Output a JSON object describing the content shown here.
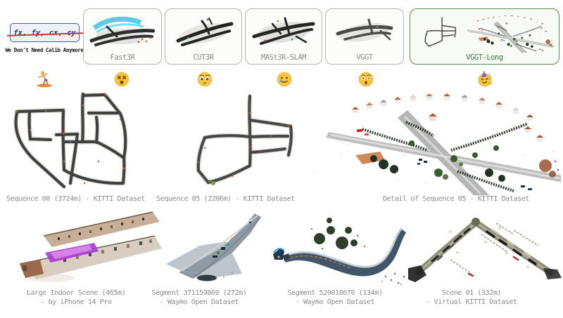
{
  "figure_title": "VGGT-Long qualitative comparison figure",
  "calib": {
    "box_label": "fx, fy, cx, cy",
    "caption": "We Don't Need Calib Anymore",
    "border_color": "#3e5fa9",
    "text_color": "#233e7d",
    "strike_color": "#cf3a2c"
  },
  "methods": [
    {
      "label": "Fast3R",
      "emoji_name": "dizzy-face-emoji",
      "emoji": "😵",
      "highlight": false
    },
    {
      "label": "CUT3R",
      "emoji_name": "pleading-face-emoji",
      "emoji": "🥺",
      "highlight": false
    },
    {
      "label": "MASt3R-SLAM",
      "emoji_name": "smiling-face-with-tear-emoji",
      "emoji": "🥲",
      "highlight": false
    },
    {
      "label": "VGGT",
      "emoji_name": "hushed-face-emoji",
      "emoji": "😯",
      "highlight": false
    },
    {
      "label": "VGGT-Long",
      "emoji_name": "partying-face-emoji",
      "emoji": "🥳",
      "highlight": true
    }
  ],
  "intro_emoji": {
    "name": "surfer-emoji",
    "emoji": "🏄"
  },
  "colors": {
    "card_border": "#b5b5ae",
    "card_label": "#8c8c86",
    "highlight_border": "#5a8a57",
    "highlight_label": "#3c7a3c",
    "caption_gray": "#8b8b8b"
  },
  "middle": [
    {
      "caption": "Sequence 00 (3724m) - KITTI Dataset"
    },
    {
      "caption": "Sequence 05 (2206m) - KITTI Dataset"
    },
    {
      "caption": "Detail of Sequence 05 - KITTI Dataset"
    }
  ],
  "bottom": [
    {
      "line1": "Large Indoor Scene (465m)",
      "line2": "- by iPhone 14 Pro"
    },
    {
      "line1": "Segment 371159869 (272m)",
      "line2": "- Waymo Open Dataset"
    },
    {
      "line1": "Segment 520018670 (134m)",
      "line2": "- Waymo Open Dataset"
    },
    {
      "line1": "Scene 01 (332m)",
      "line2": "- Virtual KITTI Dataset"
    }
  ]
}
